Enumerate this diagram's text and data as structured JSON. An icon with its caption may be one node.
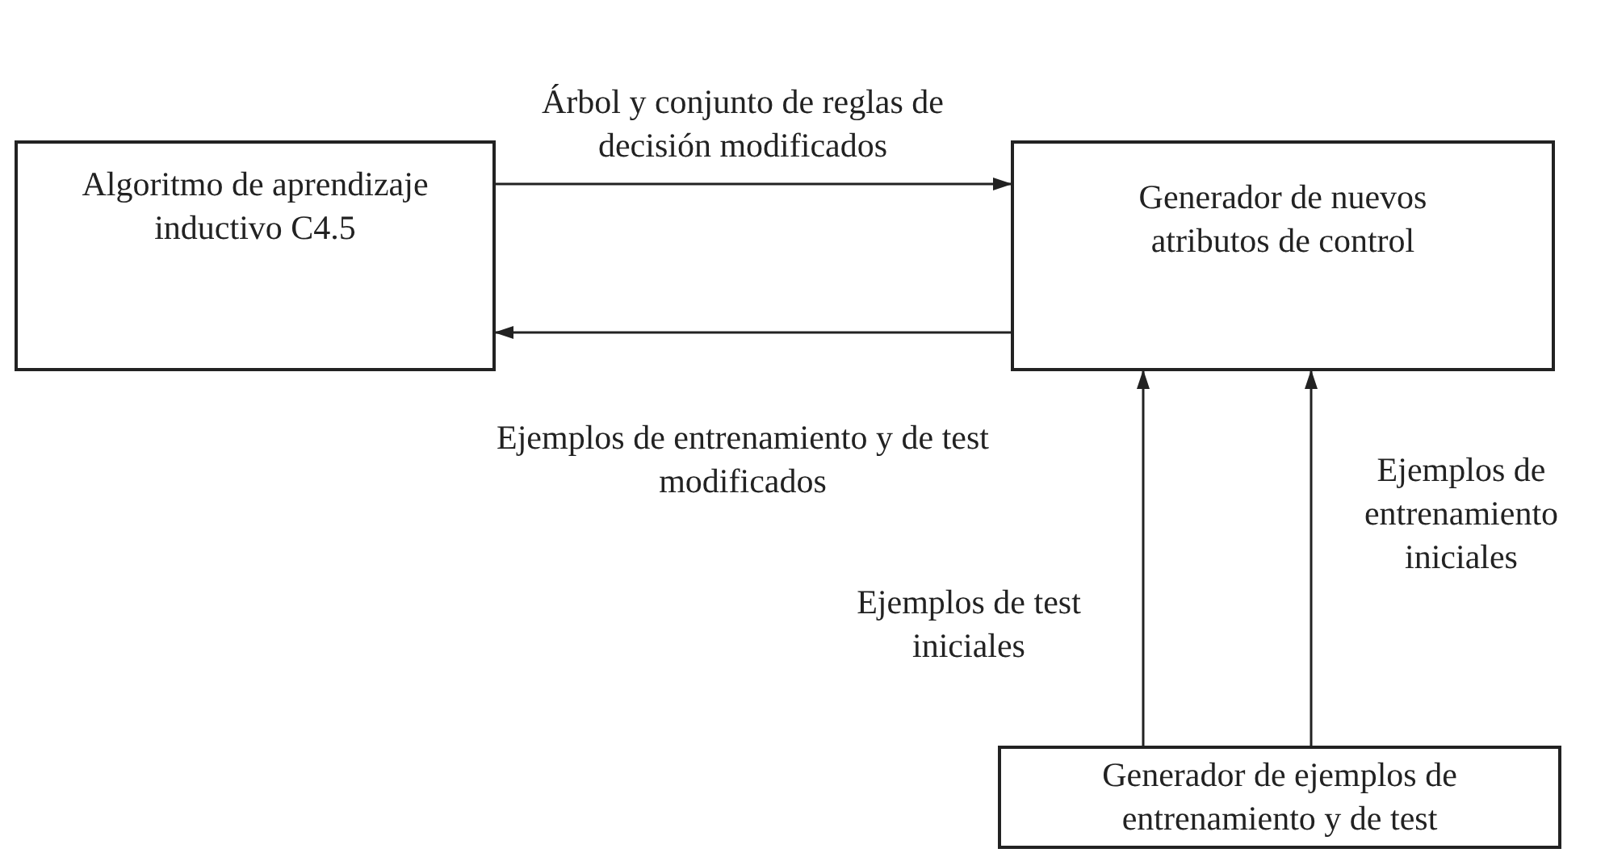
{
  "diagram": {
    "nodes": [
      {
        "text": [
          "Algoritmo de aprendizaje inductivo C4.5"
        ]
      },
      {
        "text": [
          "Generador de nuevos atributos de control"
        ]
      },
      {
        "text": [
          "Generador de ejemplos de entrenamiento y de test"
        ]
      }
    ],
    "edges": [
      {
        "from": 0,
        "to": 1,
        "arrow": "to",
        "label": "Árbol y conjunto de reglas de decisión modificados"
      },
      {
        "from": 1,
        "to": 0,
        "arrow": "to",
        "label": "Ejemplos de entrenamiento y de test modificados"
      },
      {
        "from": 2,
        "to": 1,
        "arrow": "to",
        "label": "Ejemplos de test iniciales"
      },
      {
        "from": 2,
        "to": 1,
        "arrow": "to",
        "label": "Ejemplos de entrenamiento iniciales"
      }
    ]
  }
}
